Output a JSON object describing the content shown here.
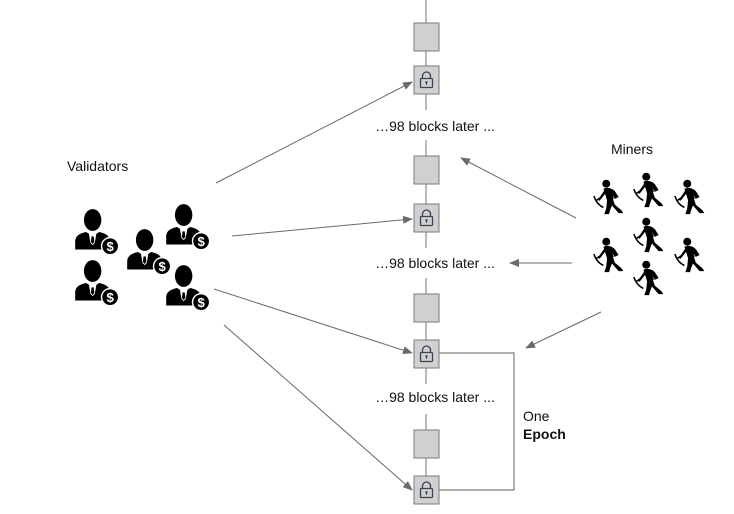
{
  "labels": {
    "validators": "Validators",
    "miners": "Miners",
    "gap1": "…98 blocks later ...",
    "gap2": "…98 blocks later ...",
    "gap3": "…98 blocks later ...",
    "epoch_line1": "One",
    "epoch_line2": "Epoch"
  },
  "chain": {
    "blocks": [
      {
        "type": "plain"
      },
      {
        "type": "checkpoint",
        "icon": "lock-icon"
      },
      {
        "type": "plain"
      },
      {
        "type": "checkpoint",
        "icon": "lock-icon"
      },
      {
        "type": "plain"
      },
      {
        "type": "checkpoint",
        "icon": "lock-icon"
      },
      {
        "type": "plain"
      },
      {
        "type": "checkpoint",
        "icon": "lock-icon"
      }
    ]
  },
  "validators": {
    "count": 5,
    "icon": "businessman-dollar-icon"
  },
  "miners": {
    "count": 7,
    "icon": "miner-pickaxe-icon"
  },
  "colors": {
    "block_fill": "#d0d0d0",
    "block_stroke": "#7a7a7a",
    "line": "#808080",
    "arrow": "#6a6a6a",
    "icon": "#000000",
    "text": "#111111"
  }
}
